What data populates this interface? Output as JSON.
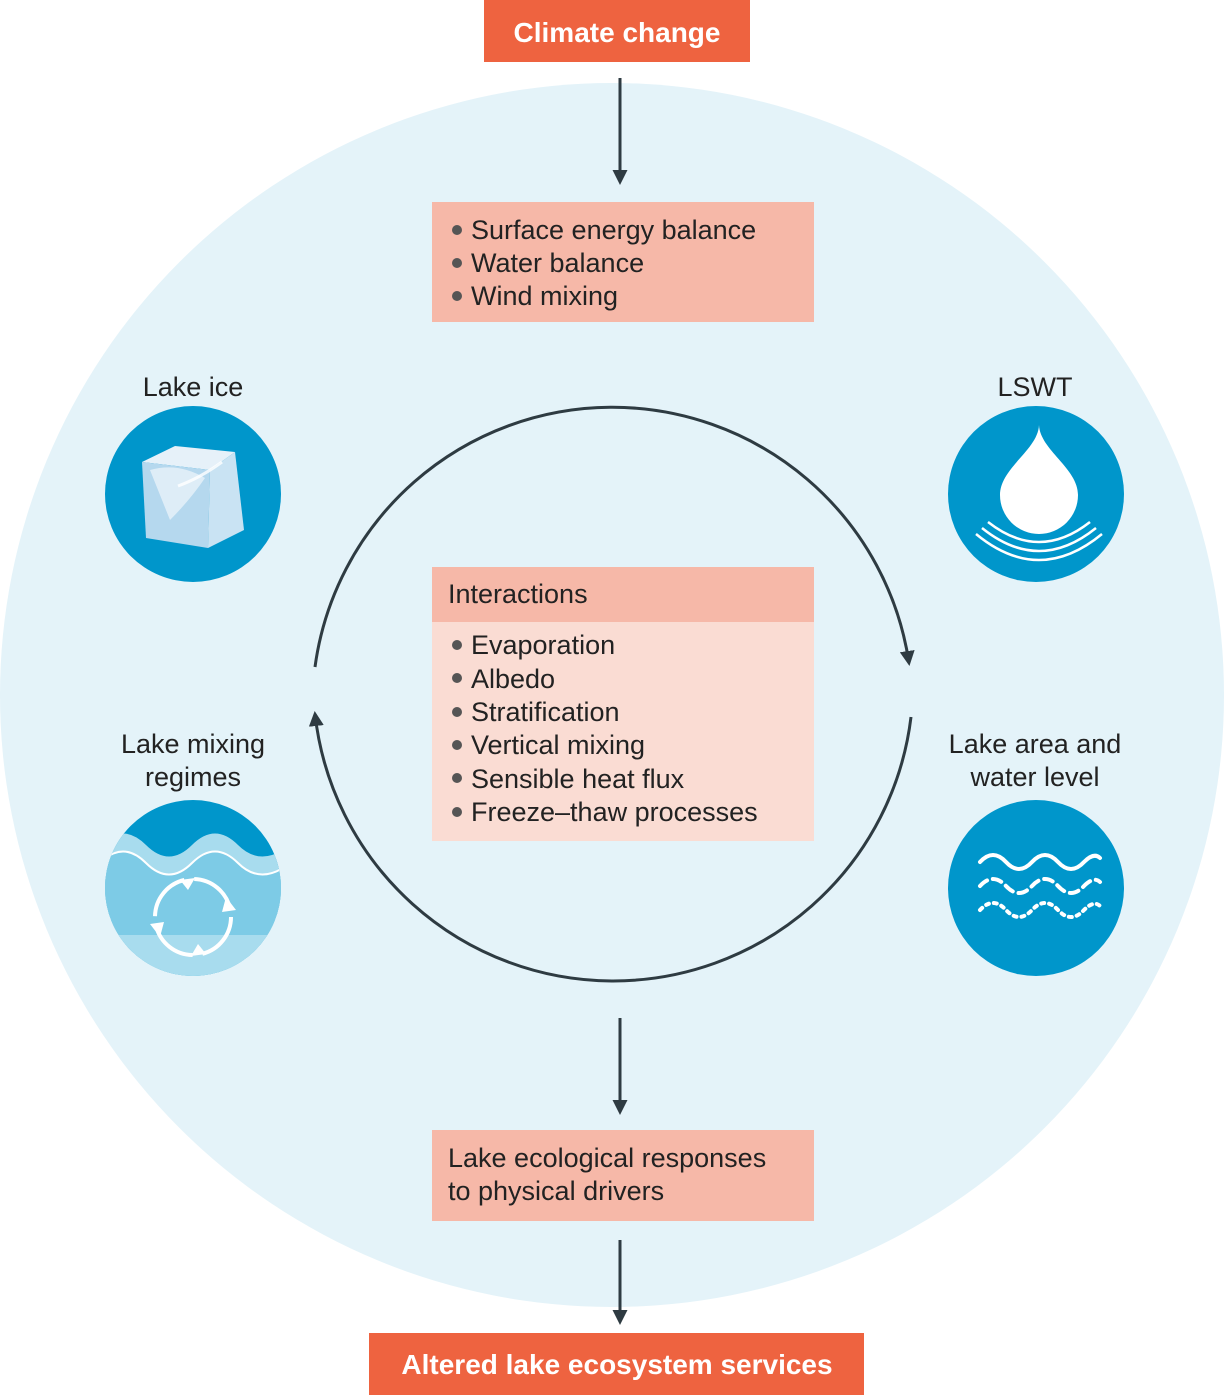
{
  "top_box": {
    "label": "Climate change"
  },
  "drivers": {
    "items": [
      "Surface energy balance",
      "Water balance",
      "Wind mixing"
    ]
  },
  "interactions": {
    "title": "Interactions",
    "items": [
      "Evaporation",
      "Albedo",
      "Stratification",
      "Vertical mixing",
      "Sensible heat flux",
      "Freeze–thaw processes"
    ]
  },
  "responses": {
    "line1": "Lake ecological responses",
    "line2": "to physical drivers"
  },
  "bottom_box": {
    "label": "Altered lake ecosystem services"
  },
  "nodes": {
    "lake_ice": {
      "label": "Lake ice",
      "icon": "ice-cube-icon"
    },
    "lswt": {
      "label": "LSWT",
      "icon": "water-drop-icon"
    },
    "mixing": {
      "line1": "Lake mixing",
      "line2": "regimes",
      "icon": "mixing-cycle-icon"
    },
    "area": {
      "line1": "Lake area and",
      "line2": "water level",
      "icon": "water-waves-icon"
    }
  },
  "colors": {
    "accent_orange": "#EE6340",
    "box_salmon": "#F6B8A8",
    "box_light": "#FADCD3",
    "background_circle": "#E4F3F9",
    "icon_blue": "#0096CB",
    "icon_light_blue": "#7DCBE6",
    "arrow": "#2E3B42"
  }
}
